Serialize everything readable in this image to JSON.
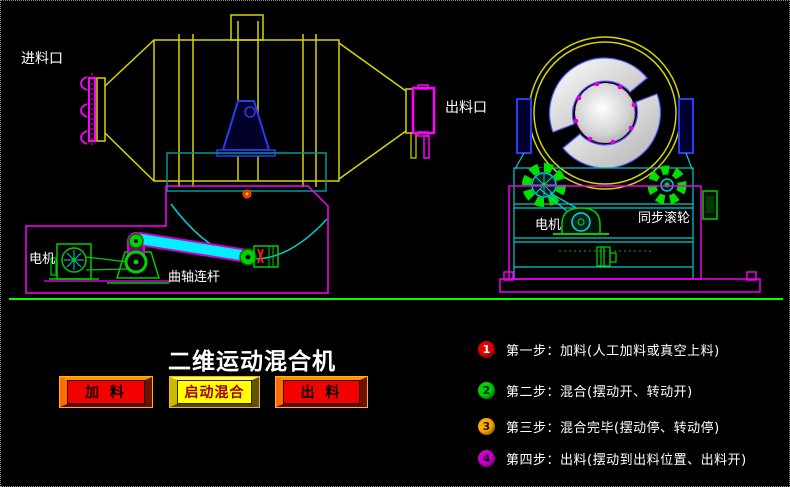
{
  "title": "二维运动混合机",
  "machine_labels": {
    "inlet": "进料口",
    "outlet": "出料口",
    "motor_left": "电机",
    "crank_rod": "曲轴连杆",
    "motor_right": "电机",
    "sync_roller": "同步滚轮"
  },
  "buttons": {
    "feed": "加 料",
    "start_mix": "启动混合",
    "discharge": "出 料"
  },
  "steps": [
    {
      "num": "1",
      "color": "#e60000",
      "text": "第一步：加料(人工加料或真空上料)"
    },
    {
      "num": "2",
      "color": "#00d200",
      "text": "第二步：混合(摆动开、转动开)"
    },
    {
      "num": "3",
      "color": "#ffaa00",
      "text": "第三步：混合完毕(摆动停、转动停)"
    },
    {
      "num": "4",
      "color": "#cc00cc",
      "text": "第四步：出料(摆动到出料位置、出料开)"
    }
  ],
  "colors": {
    "background": "#000000",
    "drawing_yellow": "#d6d600",
    "drawing_magenta": "#ff00ff",
    "drawing_cyan": "#00cccc",
    "drawing_green": "#00cc00",
    "drawing_blue": "#2b3bee",
    "ground_green": "#00ff00",
    "button_red": "#f40000",
    "button_yellow": "#ffff00",
    "text_white": "#ffffff"
  }
}
